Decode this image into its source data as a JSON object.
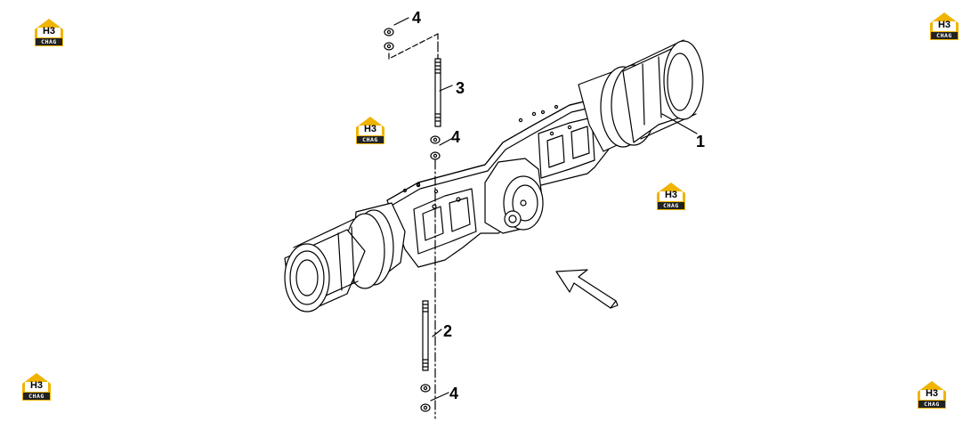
{
  "callouts": {
    "part_1": "1",
    "part_2": "2",
    "part_3": "3",
    "part_4_top": "4",
    "part_4_mid": "4",
    "part_4_bottom": "4"
  },
  "watermark": {
    "mark": "H3",
    "text": "CHAG",
    "colors": {
      "gold": "#f0b400",
      "dark": "#222222"
    }
  },
  "line_color": "#000000"
}
